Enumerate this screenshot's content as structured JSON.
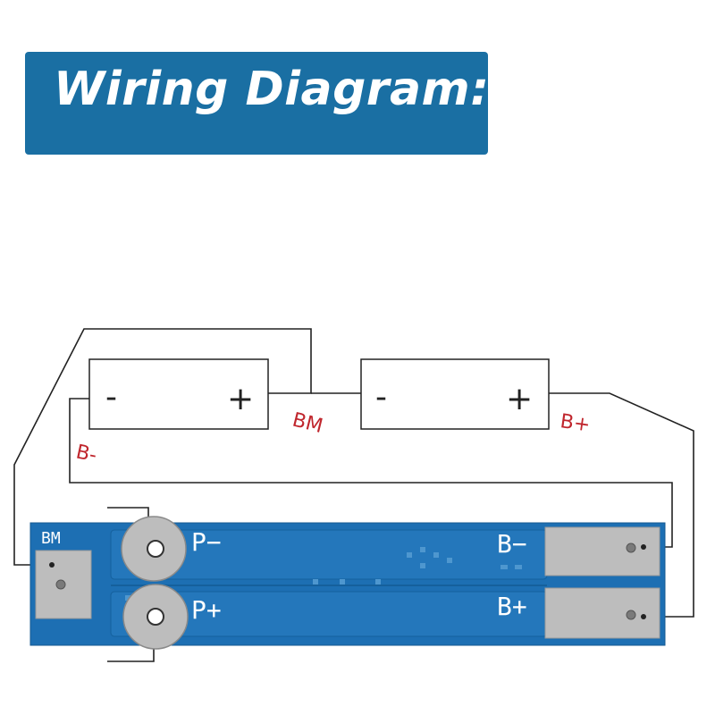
{
  "title": "Wiring Diagram:",
  "cells": [
    {
      "neg_sign": "-",
      "pos_sign": "+"
    },
    {
      "neg_sign": "-",
      "pos_sign": "+"
    }
  ],
  "wire_labels": {
    "bm": "BM",
    "b_plus": "B+",
    "b_minus": "B-"
  },
  "pcb": {
    "bm": "BM",
    "p_minus": "P−",
    "p_plus": "P+",
    "b_minus": "B−",
    "b_plus": "B+"
  },
  "colors": {
    "banner": "#1a6fa3",
    "pcb": "#1d6fb3",
    "wire": "#222222",
    "label_red": "#c0262d",
    "pad": "#b9b9b9"
  }
}
